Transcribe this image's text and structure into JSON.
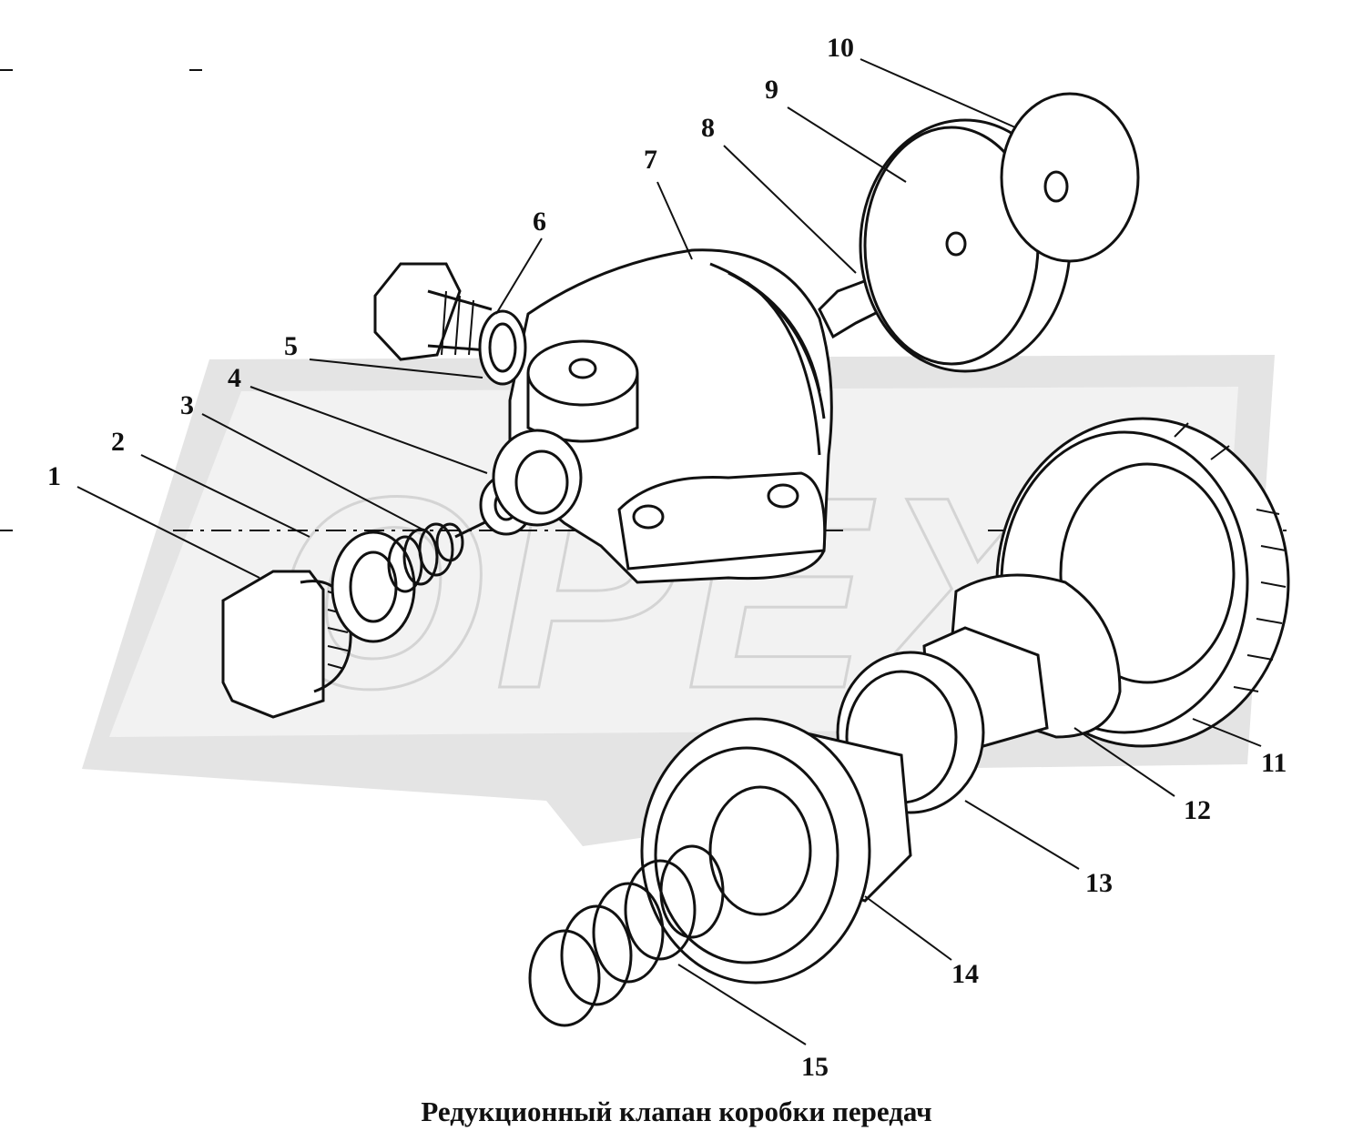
{
  "watermark": {
    "text": "OPEX",
    "color": "#e6e6e6"
  },
  "caption": "Редукционный клапан  коробки передач",
  "callouts": [
    "1",
    "2",
    "3",
    "4",
    "5",
    "6",
    "7",
    "8",
    "9",
    "10",
    "11",
    "12",
    "13",
    "14",
    "15"
  ]
}
